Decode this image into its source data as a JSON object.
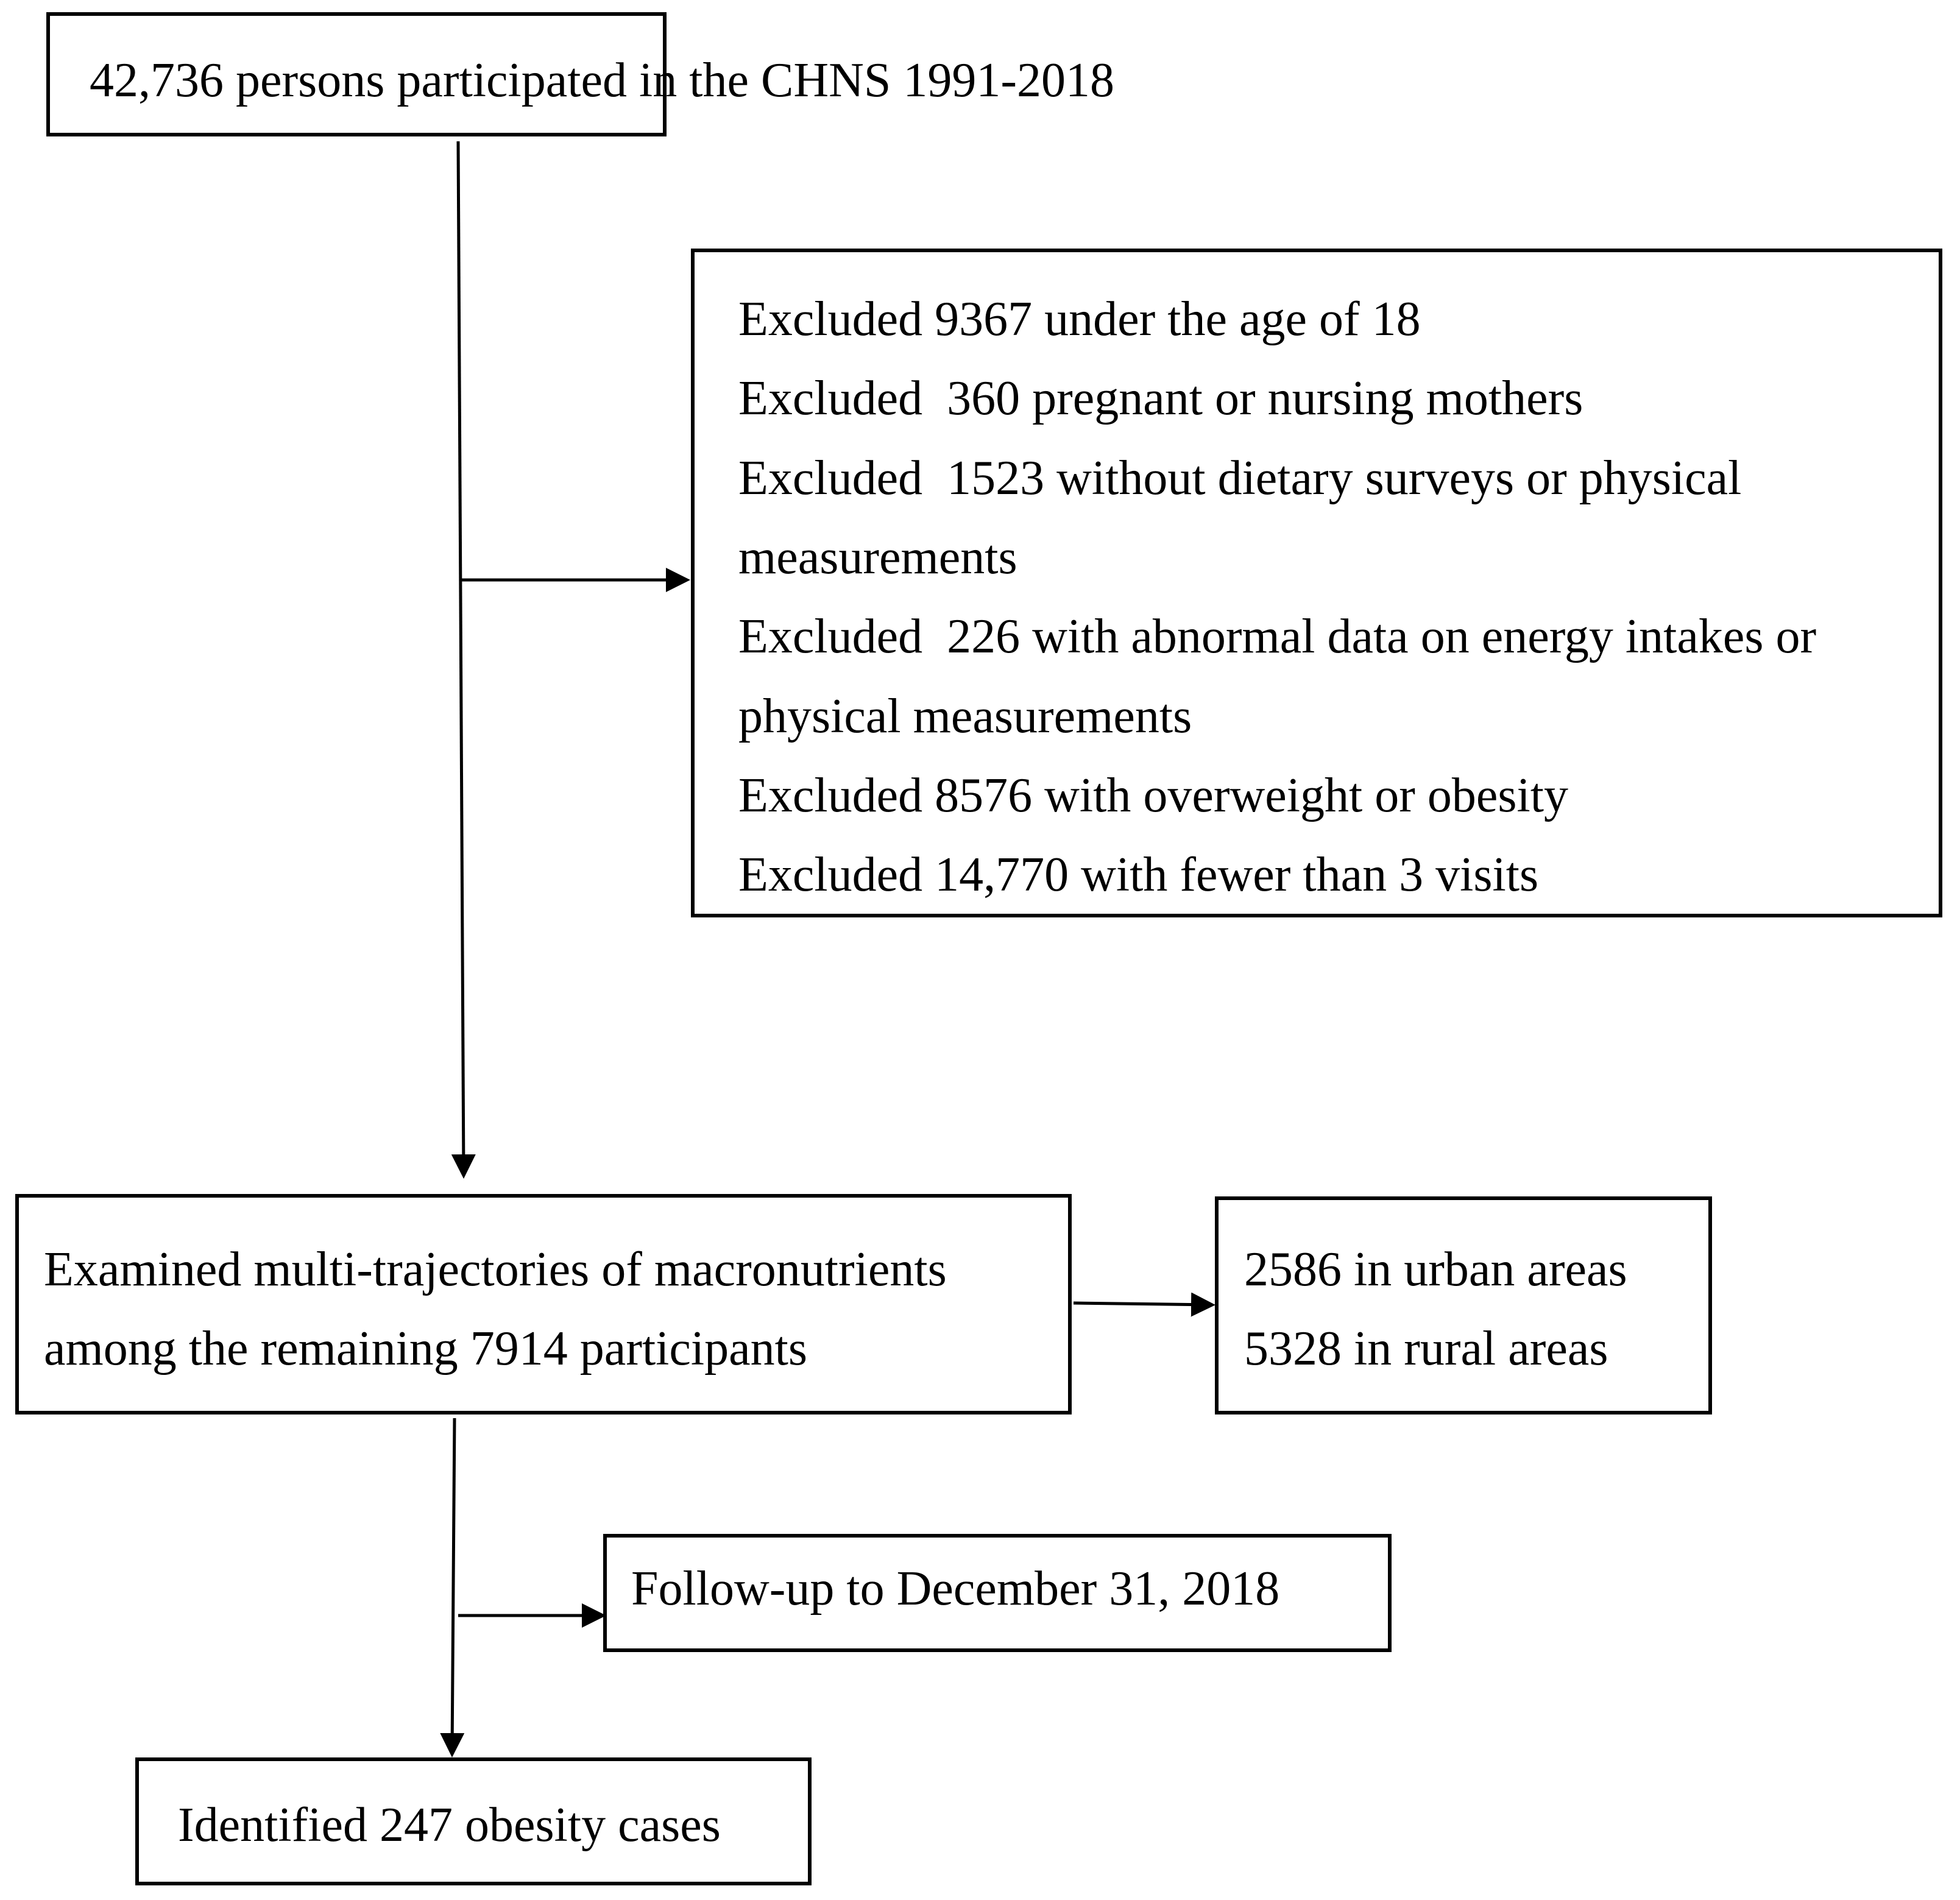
{
  "flowchart": {
    "start_box": {
      "text": "42,736 persons participated in the CHNS 1991-2018"
    },
    "exclusion_box": {
      "lines": [
        "Excluded 9367 under the age of 18",
        "Excluded  360 pregnant or nursing mothers",
        "Excluded  1523 without dietary surveys or physical",
        "measurements",
        "Excluded  226 with abnormal data on energy intakes or",
        "physical measurements",
        "Excluded 8576 with overweight or obesity",
        "Excluded 14,770 with fewer than 3 visits"
      ]
    },
    "analysis_box": {
      "lines": [
        "Examined multi-trajectories of macronutrients",
        "among the remaining 7914 participants"
      ]
    },
    "area_box": {
      "lines": [
        "2586 in urban areas",
        "5328 in rural areas"
      ]
    },
    "followup_box": {
      "text": "Follow-up to December 31, 2018"
    },
    "outcome_box": {
      "text": "Identified 247 obesity cases"
    }
  }
}
